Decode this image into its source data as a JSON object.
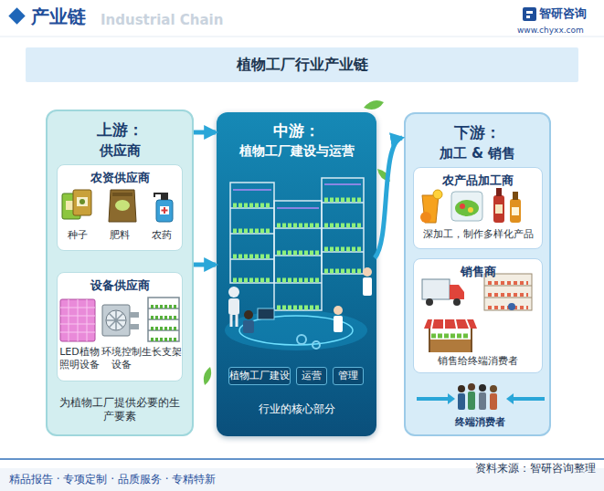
{
  "diagram": {
    "title": "植物工厂行业产业链",
    "nodes": [
      {
        "text": [
          "上游：",
          "供应商",
          "为植物工厂提供必要的生产要素"
        ]
      },
      {
        "text": [
          "农资供应商",
          "种子",
          "肥料",
          "农药"
        ],
        "in": 0
      },
      {
        "text": [
          "设备供应商",
          "LED植物照明设备",
          "环境控制设备",
          "生长支架"
        ],
        "in": 0
      },
      {
        "text": [
          "中游：",
          "植物工厂建设与运营",
          "行业的核心部分"
        ]
      },
      {
        "text": [
          "植物工厂建设"
        ],
        "in": 3
      },
      {
        "text": [
          "运营"
        ],
        "in": 3
      },
      {
        "text": [
          "管理"
        ],
        "in": 3
      },
      {
        "text": [
          "下游：",
          "加工 & 销售"
        ]
      },
      {
        "text": [
          "农产品加工商",
          "深加工，制作多样化产品"
        ],
        "in": 7
      },
      {
        "text": [
          "销售商",
          "销售给终端消费者"
        ],
        "in": 7
      },
      {
        "text": [
          "终端消费者"
        ],
        "in": 7
      }
    ],
    "edges": [
      {
        "from": 0,
        "to": 3,
        "arrow": "to"
      },
      {
        "from": 0,
        "to": 3,
        "arrow": "to"
      },
      {
        "from": 3,
        "to": 7,
        "arrow": "to"
      }
    ],
    "labels": [
      "产业链",
      "Industrial Chain",
      "智研咨询",
      "www.chyxx.com",
      "资料来源：智研咨询整理",
      "精品报告 · 专项定制 · 品质服务 · 专精特新"
    ]
  }
}
